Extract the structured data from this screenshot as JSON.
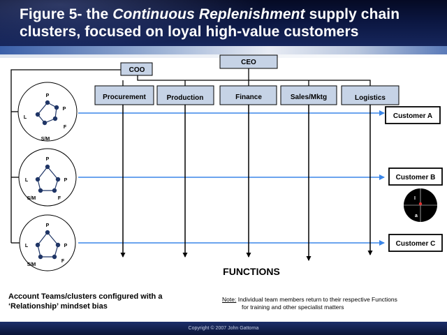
{
  "title": {
    "line1_prefix": "Figure 5- the ",
    "line1_italic": "Continuous Replenishment",
    "line1_suffix": " supply chain",
    "line2": "clusters, focused on loyal high-value customers"
  },
  "org": {
    "ceo": "CEO",
    "coo": "COO",
    "functions": [
      "Procurement",
      "Production",
      "Finance",
      "Sales/Mktg",
      "Logistics"
    ]
  },
  "clusters": [
    {
      "nodes": [
        "P",
        "P",
        "F",
        "S/M",
        "L"
      ]
    },
    {
      "nodes": [
        "P",
        "P",
        "F",
        "S/M",
        "L"
      ]
    },
    {
      "nodes": [
        "P",
        "P",
        "F",
        "S/M",
        "L"
      ]
    }
  ],
  "customers": [
    "Customer A",
    "Customer B",
    "Customer C"
  ],
  "compass_labels": [
    "I",
    "a"
  ],
  "functions_caption": "FUNCTIONS",
  "teams_note": {
    "line1": "Account Teams/clusters configured with a",
    "line2": "‘Relationship’ mindset bias"
  },
  "note": {
    "label": "Note:",
    "line1": "Individual team members return to their respective Functions",
    "line2": "for training and other specialist matters"
  },
  "footer": "Copyright © 2007 John Gattorna",
  "colors": {
    "header": "#0b1640",
    "box_fill": "#c6d3e6",
    "customer_line": "#3a86e8",
    "node_fill": "#1f3566",
    "compass_dot": "#e03030"
  }
}
